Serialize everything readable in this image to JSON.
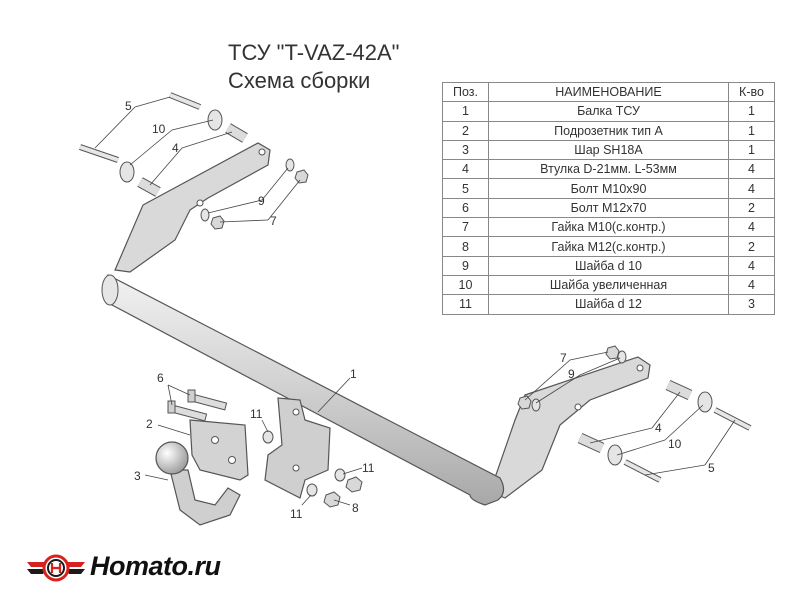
{
  "header": {
    "title": "ТСУ \"T-VAZ-42A\"",
    "subtitle": "Схема сборки"
  },
  "table": {
    "headers": [
      "Поз.",
      "НАИМЕНОВАНИЕ",
      "К-во"
    ],
    "rows": [
      [
        "1",
        "Балка ТСУ",
        "1"
      ],
      [
        "2",
        "Подрозетник тип А",
        "1"
      ],
      [
        "3",
        "Шар SH18A",
        "1"
      ],
      [
        "4",
        "Втулка D-21мм.  L-53мм",
        "4"
      ],
      [
        "5",
        "Болт М10х90",
        "4"
      ],
      [
        "6",
        "Болт М12х70",
        "2"
      ],
      [
        "7",
        "Гайка  М10(с.контр.)",
        "4"
      ],
      [
        "8",
        "Гайка М12(с.контр.)",
        "2"
      ],
      [
        "9",
        "Шайба d 10",
        "4"
      ],
      [
        "10",
        "Шайба увеличенная",
        "4"
      ],
      [
        "11",
        "Шайба d 12",
        "3"
      ]
    ]
  },
  "callouts": {
    "c1": "1",
    "c2": "2",
    "c3": "3",
    "c4_left": "4",
    "c4_right": "4",
    "c5_left": "5",
    "c5_right": "5",
    "c6": "6",
    "c7_left": "7",
    "c7_right": "7",
    "c8": "8",
    "c9_left": "9",
    "c9_right": "9",
    "c10_left": "10",
    "c10_right": "10",
    "c11_a": "11",
    "c11_b": "11",
    "c11_c": "11"
  },
  "logo": {
    "text": "Homato.ru",
    "icon": "car-wing-logo-icon",
    "colors": {
      "red": "#d6221e",
      "dark": "#1a1a1a"
    }
  },
  "colors": {
    "part_fill": "#d4d4d4",
    "part_stroke": "#555555",
    "leader": "#444444"
  }
}
